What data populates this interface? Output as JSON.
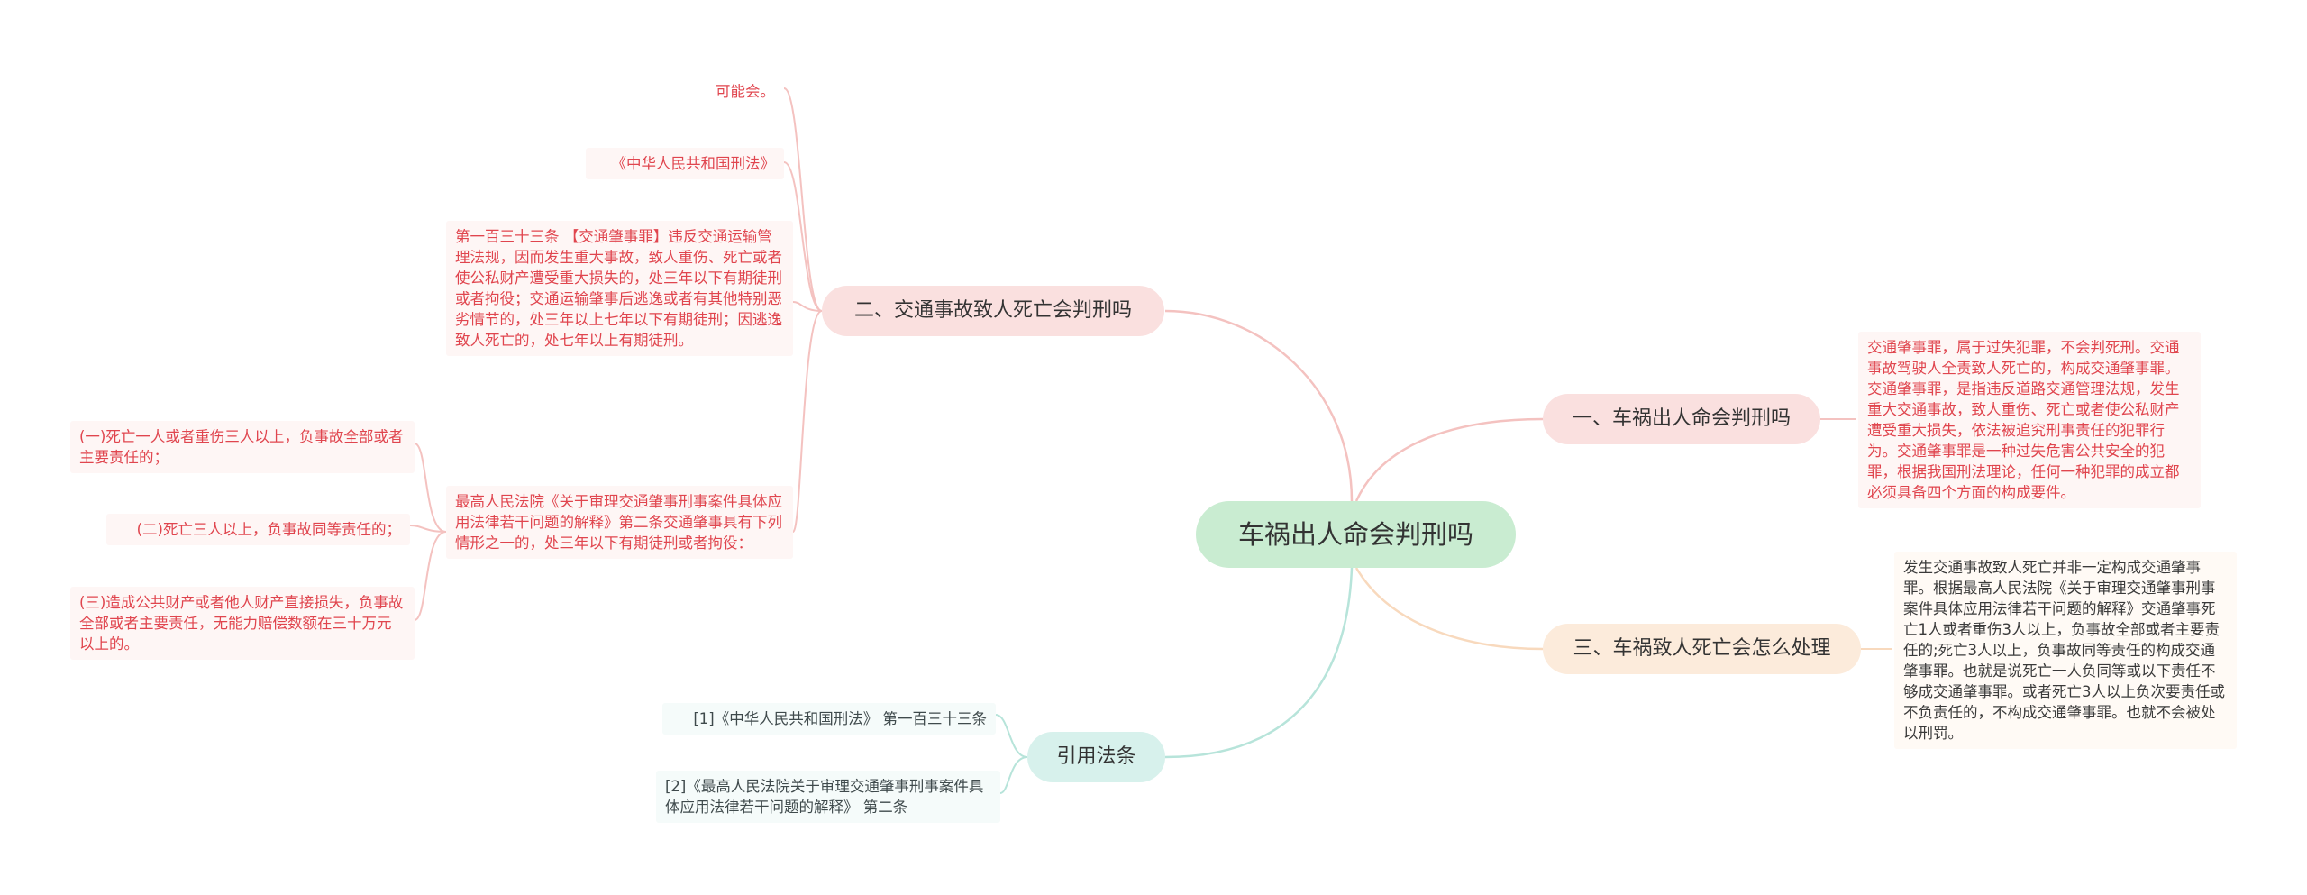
{
  "root": {
    "label": "车祸出人命会判刑吗"
  },
  "branches": {
    "b1": {
      "label": "一、车祸出人命会判刑吗",
      "leaves": [
        "交通肇事罪，属于过失犯罪，不会判死刑。交通事故驾驶人全责致人死亡的，构成交通肇事罪。交通肇事罪，是指违反道路交通管理法规，发生重大交通事故，致人重伤、死亡或者使公私财产遭受重大损失，依法被追究刑事责任的犯罪行为。交通肇事罪是一种过失危害公共安全的犯罪，根据我国刑法理论，任何一种犯罪的成立都必须具备四个方面的构成要件。"
      ]
    },
    "b2": {
      "label": "二、交通事故致人死亡会判刑吗",
      "leaves": [
        "可能会。",
        "《中华人民共和国刑法》",
        "第一百三十三条 【交通肇事罪】违反交通运输管理法规，因而发生重大事故，致人重伤、死亡或者使公私财产遭受重大损失的，处三年以下有期徒刑或者拘役；交通运输肇事后逃逸或者有其他特别恶劣情节的，处三年以上七年以下有期徒刑；因逃逸致人死亡的，处七年以上有期徒刑。",
        "最高人民法院《关于审理交通肇事刑事案件具体应用法律若干问题的解释》第二条交通肇事具有下列情形之一的，处三年以下有期徒刑或者拘役："
      ],
      "sub": [
        "(一)死亡一人或者重伤三人以上，负事故全部或者主要责任的；",
        "(二)死亡三人以上，负事故同等责任的；",
        "(三)造成公共财产或者他人财产直接损失，负事故全部或者主要责任，无能力赔偿数额在三十万元以上的。"
      ]
    },
    "b3": {
      "label": "三、车祸致人死亡会怎么处理",
      "leaves": [
        "发生交通事故致人死亡并非一定构成交通肇事罪。根据最高人民法院《关于审理交通肇事刑事案件具体应用法律若干问题的解释》交通肇事死亡1人或者重伤3人以上，负事故全部或者主要责任的;死亡3人以上，负事故同等责任的构成交通肇事罪。也就是说死亡一人负同等或以下责任不够成交通肇事罪。或者死亡3人以上负次要责任或不负责任的，不构成交通肇事罪。也就不会被处以刑罚。"
      ]
    },
    "b4": {
      "label": "引用法条",
      "leaves": [
        "[1]《中华人民共和国刑法》 第一百三十三条",
        "[2]《最高人民法院关于审理交通肇事刑事案件具体应用法律若干问题的解释》 第二条"
      ]
    }
  },
  "colors": {
    "pink": "#f4b9b7",
    "peach": "#f8d3b0",
    "mint": "#a9ded3",
    "red_text": "#e0454e"
  }
}
